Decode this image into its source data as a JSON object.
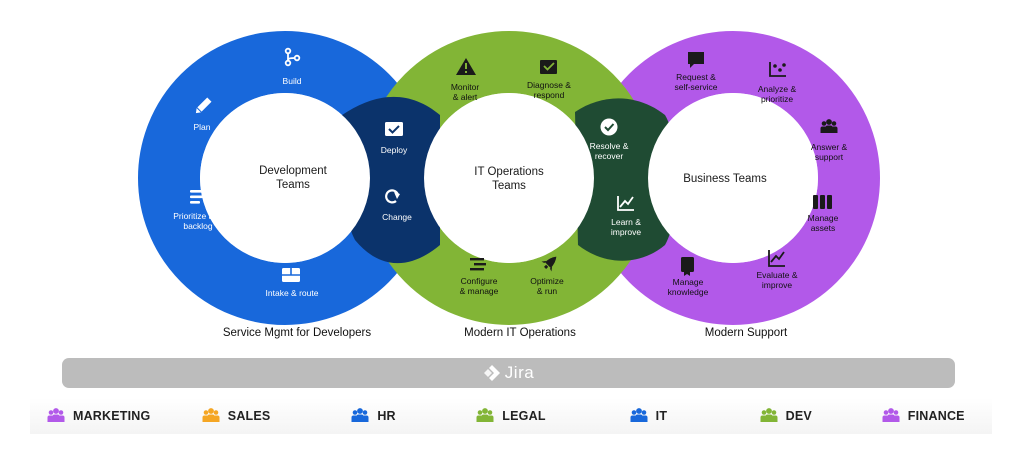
{
  "colors": {
    "dev_blue": "#1868DB",
    "dev_navy": "#0B336B",
    "ops_green": "#82B536",
    "ops_darkgreen": "#1F4B33",
    "support_purple": "#B259E9",
    "platform_gray": "#BCBCBC"
  },
  "loops": {
    "development": {
      "title_line1": "Development",
      "title_line2": "Teams",
      "caption": "Service Mgmt  for Developers",
      "steps": {
        "build": "Build",
        "plan": "Plan",
        "prioritize_line1": "Prioritize and",
        "prioritize_line2": "backlog",
        "intake": "Intake & route",
        "deploy": "Deploy",
        "change": "Change"
      }
    },
    "operations": {
      "title_line1": "IT Operations",
      "title_line2": "Teams",
      "caption": "Modern  IT Operations",
      "steps": {
        "monitor_line1": "Monitor",
        "monitor_line2": "& alert",
        "diagnose_line1": "Diagnose &",
        "diagnose_line2": "respond",
        "configure_line1": "Configure",
        "configure_line2": "& manage",
        "optimize_line1": "Optimize",
        "optimize_line2": "& run",
        "resolve_line1": "Resolve &",
        "resolve_line2": "recover",
        "learn_line1": "Learn &",
        "learn_line2": "improve"
      }
    },
    "support": {
      "title": "Business Teams",
      "caption": "Modern Support",
      "steps": {
        "request_line1": "Request &",
        "request_line2": "self-service",
        "analyze_line1": "Analyze &",
        "analyze_line2": "prioritize",
        "answer_line1": "Answer &",
        "answer_line2": "support",
        "assets_line1": "Manage",
        "assets_line2": "assets",
        "evaluate_line1": "Evaluate &",
        "evaluate_line2": "improve",
        "knowledge_line1": "Manage",
        "knowledge_line2": "knowledge"
      }
    }
  },
  "platform": {
    "name": "Jira"
  },
  "teams": [
    {
      "label": "MARKETING",
      "color": "#B259E9"
    },
    {
      "label": "SALES",
      "color": "#F5A623"
    },
    {
      "label": "HR",
      "color": "#1868DB"
    },
    {
      "label": "LEGAL",
      "color": "#82B536"
    },
    {
      "label": "IT",
      "color": "#1868DB"
    },
    {
      "label": "DEV",
      "color": "#82B536"
    },
    {
      "label": "FINANCE",
      "color": "#B259E9"
    }
  ]
}
